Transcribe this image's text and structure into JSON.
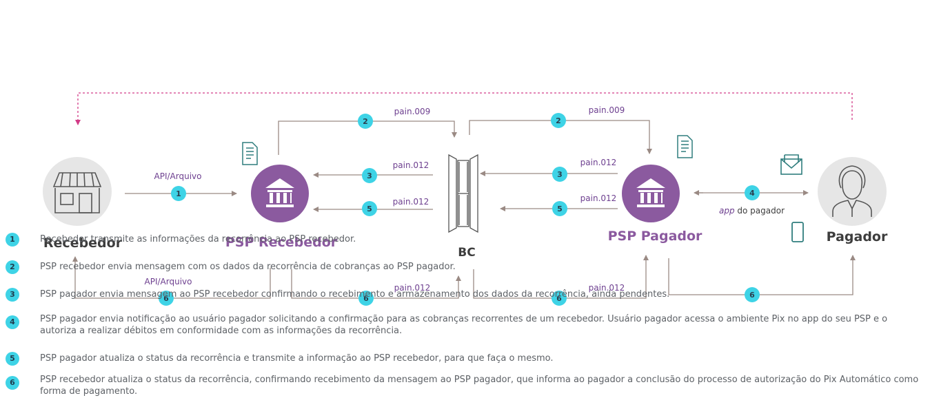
{
  "colors": {
    "purple": "#8b5a9f",
    "cyan": "#3ed3e6",
    "line": "#9a8a84",
    "dashed": "#d23b87",
    "teal": "#2f7d7d",
    "gray": "#e6e6e6",
    "text_dark": "#3d3d3d"
  },
  "nodes": {
    "recebedor": {
      "label": "Recebedor",
      "icon": "store-icon"
    },
    "psp_recebedor": {
      "label": "PSP Recebedor",
      "icon": "bank-icon"
    },
    "bc": {
      "label": "BC",
      "icon": "server-icon"
    },
    "psp_pagador": {
      "label": "PSP Pagador",
      "icon": "bank-icon"
    },
    "pagador": {
      "label": "Pagador",
      "icon": "person-icon"
    }
  },
  "edges": {
    "api_1": "API/Arquivo",
    "api_6": "API/Arquivo",
    "pain009_left": "pain.009",
    "pain009_right": "pain.009",
    "pain012_3_left": "pain.012",
    "pain012_3_right": "pain.012",
    "pain012_5_left": "pain.012",
    "pain012_5_right": "pain.012",
    "pain012_6_left": "pain.012",
    "pain012_6_right": "pain.012",
    "app_pre": "app",
    "app_post": " do pagador"
  },
  "badges": {
    "b1": "1",
    "b2a": "2",
    "b2b": "2",
    "b3a": "3",
    "b3b": "3",
    "b4": "4",
    "b5a": "5",
    "b5b": "5",
    "b6a": "6",
    "b6b": "6",
    "b6c": "6",
    "b6d": "6"
  },
  "legend": [
    {
      "num": "1",
      "text": "Recebedor transmite as informações da recorrência ao PSP recebedor."
    },
    {
      "num": "2",
      "text": "PSP recebedor envia mensagem com os dados da recorrência de cobranças ao PSP pagador."
    },
    {
      "num": "3",
      "text": "PSP pagador envia mensagem ao PSP recebedor confirmando o recebimento e armazenamento dos dados da recorrência, ainda pendentes."
    },
    {
      "num": "4",
      "text": "PSP pagador envia notificação ao usuário pagador solicitando a confirmação para as cobranças recorrentes de um recebedor. Usuário pagador acessa o ambiente Pix no app do seu PSP e o autoriza a realizar débitos em conformidade com as informações da recorrência."
    },
    {
      "num": "5",
      "text": "PSP pagador atualiza o status da recorrência e transmite a informação ao PSP recebedor, para que faça o mesmo."
    },
    {
      "num": "6",
      "text": "PSP recebedor atualiza o status da recorrência, confirmando recebimento da mensagem ao PSP pagador, que informa ao pagador a conclusão do processo de autorização do Pix Automático como forma de pagamento."
    }
  ]
}
